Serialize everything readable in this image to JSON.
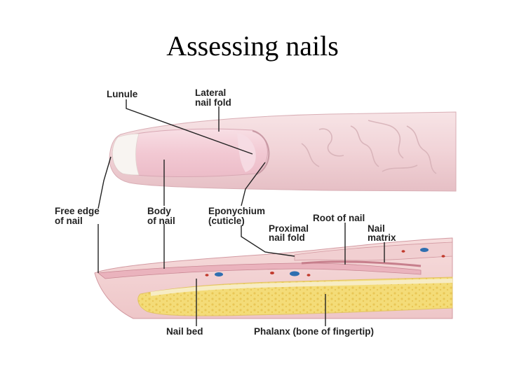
{
  "title": "Assessing nails",
  "labels": {
    "lunule": "Lunule",
    "lateral_fold_1": "Lateral",
    "lateral_fold_2": "nail fold",
    "free_edge_1": "Free edge",
    "free_edge_2": "of nail",
    "body_1": "Body",
    "body_2": "of nail",
    "eponychium_1": "Eponychium",
    "eponychium_2": "(cuticle)",
    "root": "Root of nail",
    "proximal_1": "Proximal",
    "proximal_2": "nail fold",
    "matrix_1": "Nail",
    "matrix_2": "matrix",
    "nail_bed": "Nail bed",
    "phalanx": "Phalanx (bone of fingertip)"
  },
  "colors": {
    "skin": "#f2d7d9",
    "skin_shadow": "#e2b9be",
    "nail": "#f4cdd6",
    "nail_edge": "#f7f3f0",
    "bone": "#f5e4a8",
    "marrow": "#f3dd7a",
    "vessel_red": "#c0392b",
    "vessel_blue": "#2f6fb0"
  }
}
